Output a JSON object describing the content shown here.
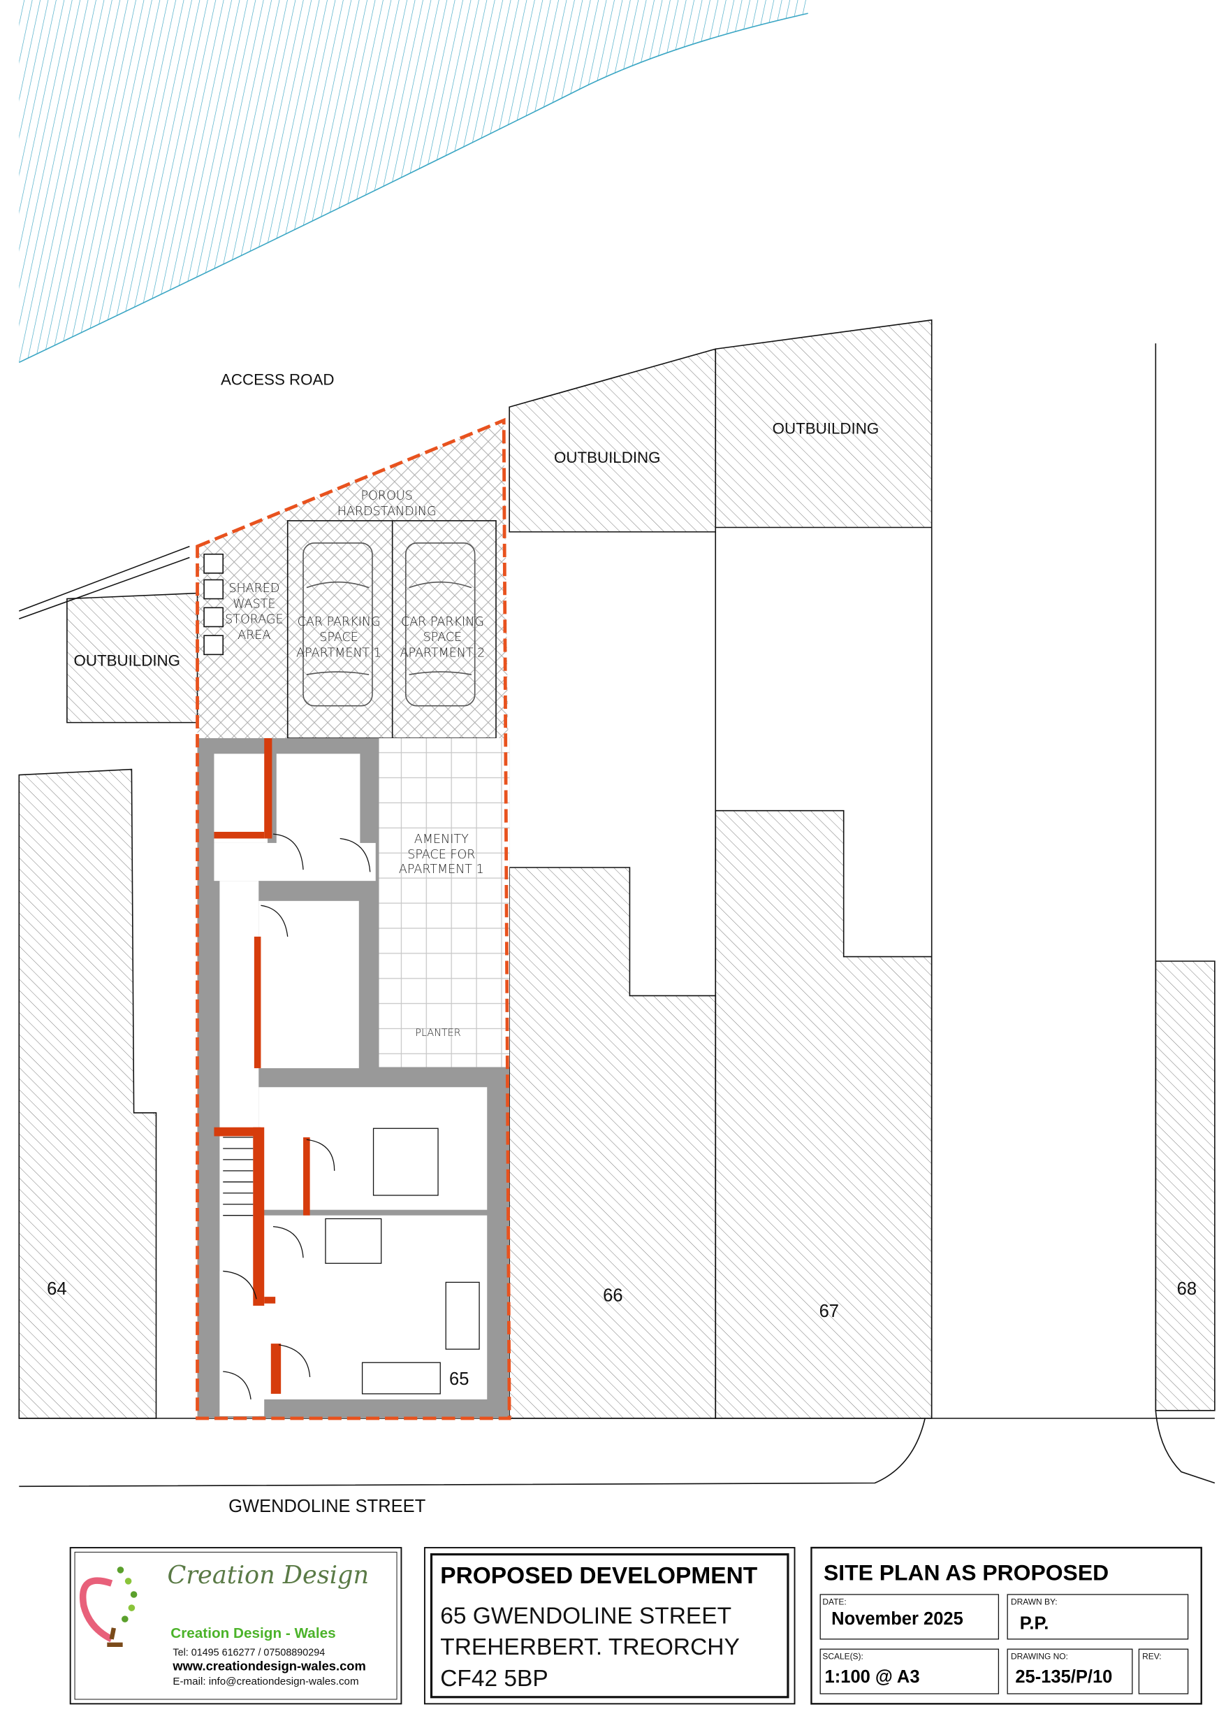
{
  "drawing": {
    "labels": {
      "access_road": "ACCESS ROAD",
      "street": "GWENDOLINE STREET",
      "outbuilding_left": "OUTBUILDING",
      "outbuilding_mid": "OUTBUILDING",
      "outbuilding_right": "OUTBUILDING",
      "hardstanding": [
        "POROUS",
        "HARDSTANDING"
      ],
      "waste": [
        "SHARED",
        "WASTE",
        "STORAGE",
        "AREA"
      ],
      "parking1": [
        "CAR PARKING",
        "SPACE",
        "APARTMENT 1"
      ],
      "parking2": [
        "CAR PARKING",
        "SPACE",
        "APARTMENT 2"
      ],
      "amenity": [
        "AMENITY",
        "SPACE FOR",
        "APARTMENT 1"
      ],
      "planter": "PLANTER",
      "house_64": "64",
      "house_65": "65",
      "house_66": "66",
      "house_67": "67",
      "house_68": "68"
    },
    "colors": {
      "boundary": "#e8521e",
      "new_wall": "#d63c0c",
      "existing_wall": "#999999",
      "hatch": "#666666",
      "water_hatch": "#3aa6c4"
    }
  },
  "title_block": {
    "company": {
      "logo_text": "Creation Design",
      "name": "Creation Design - Wales",
      "tel": "Tel: 01495 616277 / 07508890294",
      "web": "www.creationdesign-wales.com",
      "email": "E-mail: info@creationdesign-wales.com"
    },
    "project": {
      "heading": "PROPOSED DEVELOPMENT",
      "address": [
        "65 GWENDOLINE STREET",
        "TREHERBERT. TREORCHY",
        "CF42 5BP"
      ]
    },
    "sheet": {
      "title": "SITE PLAN AS PROPOSED",
      "date_label": "DATE:",
      "date": "November 2025",
      "drawn_by_label": "DRAWN BY:",
      "drawn_by": "P.P.",
      "scale_label": "SCALE(S):",
      "scale": "1:100 @ A3",
      "drawing_no_label": "DRAWING NO:",
      "drawing_no": "25-135/P/10",
      "rev_label": "REV:",
      "rev": ""
    }
  }
}
